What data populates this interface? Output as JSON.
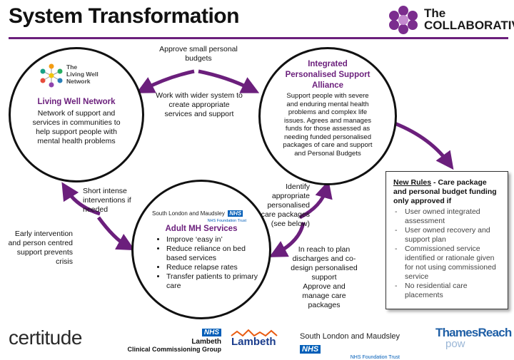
{
  "title": "System Transformation",
  "brand": {
    "line1": "The",
    "line2": "COLLABORATIVE"
  },
  "living_well": {
    "logo_line1": "The",
    "logo_line2": "Living Well",
    "logo_line3": "Network",
    "title": "Living Well Network",
    "text": "Network of support and services in communities to help support people with mental health problems"
  },
  "ipsa": {
    "title_line1": "Integrated",
    "title_line2": "Personalised Support",
    "title_line3": "Alliance",
    "text": "Support people with severe and enduring mental health problems and complex life issues. Agrees and manages funds for those assessed as needing funded personalised packages of care and support and Personal Budgets"
  },
  "adult_mh": {
    "logo_text": "South London and Maudsley",
    "logo_nhs": "NHS",
    "logo_trust": "NHS Foundation Trust",
    "title": "Adult MH Services",
    "items": [
      "Improve ‘easy in’",
      "Reduce reliance on bed based services",
      "Reduce relapse rates",
      "Transfer patients to primary care"
    ]
  },
  "notes": {
    "approve": "Approve small personal budgets",
    "wider": "Work with wider system to create appropriate services and support",
    "short": "Short intense interventions if needed",
    "early": "Early intervention and person centred support prevents crisis",
    "identify": "Identify appropriate personalised care packages (see below)",
    "reach": "In reach to plan discharges and co-design personalised support",
    "approve_manage": "Approve and manage care packages"
  },
  "new_rules": {
    "heading": "New Rules",
    "dash": " - ",
    "lead": "Care package and personal budget funding only approved if",
    "items": [
      "User owned integrated assessment",
      "User owned recovery and support plan",
      "Commissioned service identified or rationale given for not using commissioned service",
      "No residential care placements"
    ]
  },
  "footer": {
    "certitude": "certitude",
    "ccg_nhs": "NHS",
    "ccg_line1": "Lambeth",
    "ccg_line2": "Clinical Commissioning Group",
    "lambeth": "Lambeth",
    "slam": "South London and Maudsley",
    "slam_nhs": "NHS",
    "slam_trust": "NHS Foundation Trust",
    "thames1": "ThamesReach",
    "thames2": "pow"
  },
  "colors": {
    "accent": "#6b1f7c",
    "nhs": "#005eb8"
  }
}
